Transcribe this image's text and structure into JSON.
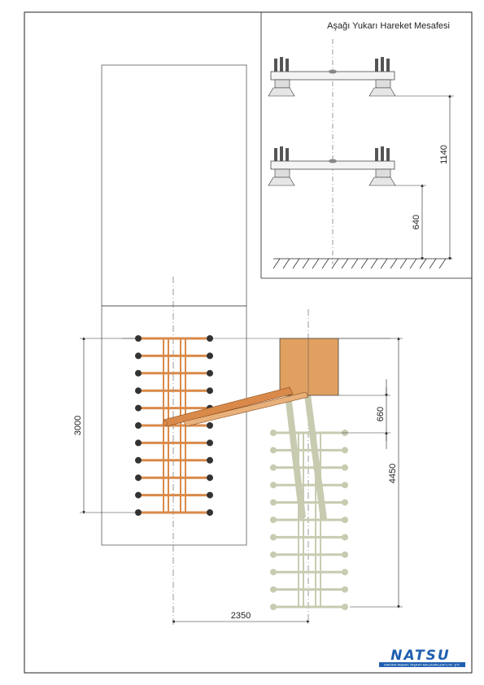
{
  "inset": {
    "title": "Aşağı Yukarı Hareket Mesafesi",
    "dim_upper": "1140",
    "dim_lower": "640"
  },
  "plan": {
    "dim_height_left": "3000",
    "dim_width_bottom": "2350",
    "dim_offset_right": "660",
    "dim_height_right": "4450",
    "rack_active_color": "#d98a4a",
    "rack_ghost_color": "#c8cbb0",
    "block_color": "#e0a060"
  },
  "logo": {
    "name": "NATSU",
    "subtitle": "MAKİNA İNŞAAT, İNŞAAT MALZEMELERİ LTD. ŞTİ.",
    "color": "#1f5fb0"
  }
}
